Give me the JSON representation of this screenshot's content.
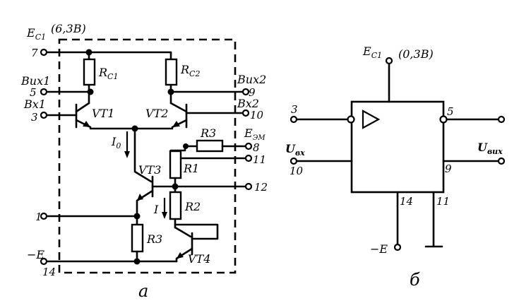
{
  "schematic_a": {
    "caption": "а",
    "supply_top_label": "E",
    "supply_top_sub": "C1",
    "supply_top_value": "(6,3В)",
    "pins": {
      "p7": "7",
      "p5": "5",
      "p3": "3",
      "p1": "1",
      "p14": "14",
      "p9": "9",
      "p10": "10",
      "p8": "8",
      "p11": "11",
      "p12": "12"
    },
    "signals": {
      "out1": "Bux1",
      "in1": "Bx1",
      "out2": "Bux2",
      "in2": "Bx2",
      "eem": "E",
      "eem_sub": "ЭМ",
      "neg_e": "−E"
    },
    "resistors": {
      "rc1": "R",
      "rc1_sub": "C1",
      "rc2": "R",
      "rc2_sub": "C2",
      "r3_top": "R3",
      "r1": "R1",
      "r2": "R2",
      "r3_bottom": "R3"
    },
    "transistors": {
      "vt1": "VT1",
      "vt2": "VT2",
      "vt3": "VT3",
      "vt4": "VT4"
    },
    "currents": {
      "i0": "I",
      "i0_sub": "0",
      "i": "I"
    }
  },
  "schematic_b": {
    "caption": "б",
    "supply_label": "E",
    "supply_sub": "C1",
    "supply_value": "(0,3В)",
    "neg_e": "−E",
    "pins": {
      "p3": "3",
      "p10": "10",
      "p5": "5",
      "p9": "9",
      "p14": "14",
      "p11": "11"
    },
    "u_in": "U",
    "u_in_sub": "вх",
    "u_out": "U",
    "u_out_sub": "вих"
  }
}
